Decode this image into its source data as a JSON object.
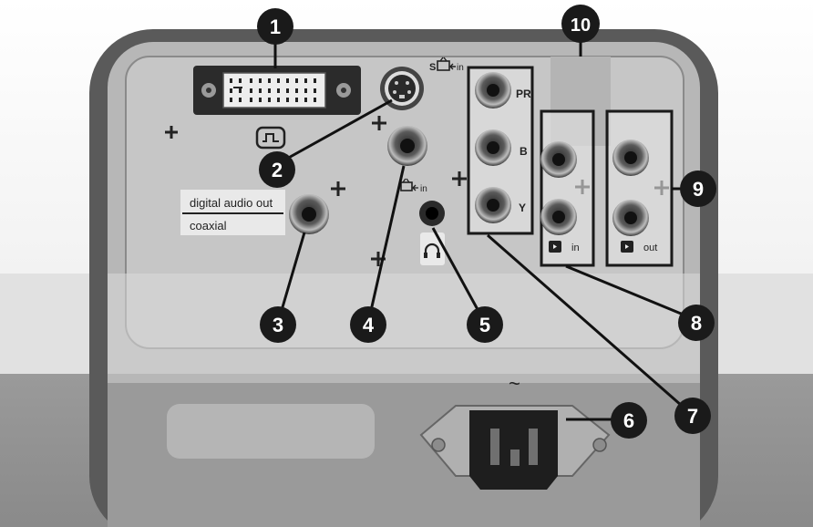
{
  "labels": {
    "digital_audio_out": "digital audio out",
    "coaxial": "coaxial",
    "s_video_in": "S",
    "video_in": "in",
    "svideo_in_suffix": "in",
    "pr": "PR",
    "b": "B",
    "y": "Y",
    "audio_in": "in",
    "audio_out": "out",
    "ac_symbol": "~"
  },
  "callouts": [
    "1",
    "2",
    "3",
    "4",
    "5",
    "6",
    "7",
    "8",
    "9",
    "10"
  ],
  "colors": {
    "callout": "#1a1a1a",
    "panel": "#c9c9c9",
    "panel_dark": "#7c7c7c"
  }
}
